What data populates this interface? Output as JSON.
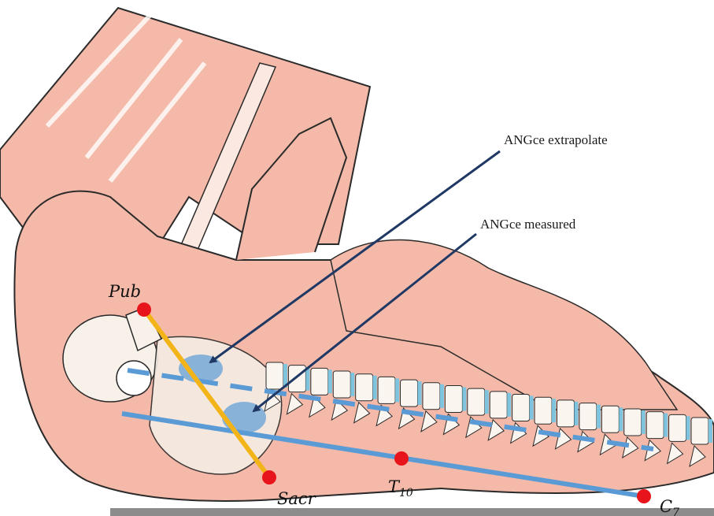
{
  "annotations": {
    "extrapolate": "ANGce extrapolate",
    "measured": "ANGce measured"
  },
  "points": {
    "pub": "Pub",
    "sacr": "Sacr",
    "t10_base": "T",
    "t10_sub": "10",
    "c7_base": "C",
    "c7_sub": "7"
  },
  "colors": {
    "skin": "#f4b9a8",
    "skin_outline": "#2a2a2a",
    "spine_line": "#5b9bd5",
    "pelvic_line": "#f3b41a",
    "arrow": "#1f3864",
    "landmark": "#e8141b",
    "disc": "#7fc4de",
    "base_bar": "#8c8c8c"
  }
}
